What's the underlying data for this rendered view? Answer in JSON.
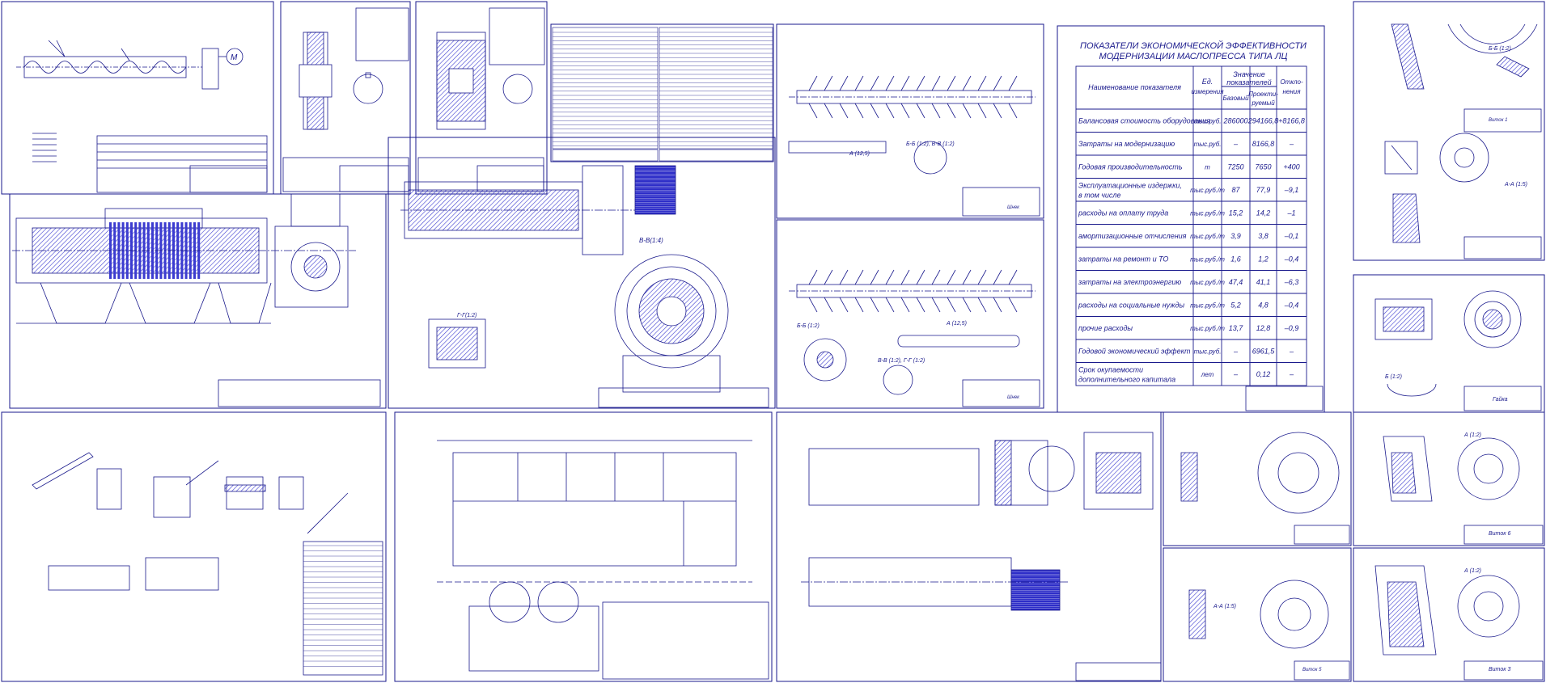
{
  "colors": {
    "ink": "#1a1a8c",
    "paper": "#ffffff",
    "hatch": "#3b3bd0"
  },
  "economic_table": {
    "title_line1": "ПОКАЗАТЕЛИ ЭКОНОМИЧЕСКОЙ ЭФФЕКТИВНОСТИ",
    "title_line2": "МОДЕРНИЗАЦИИ  МАСЛОПРЕССА ТИПА ЛЦ",
    "headers": {
      "name": "Наименование показателя",
      "unit_line1": "Ед.",
      "unit_line2": "измерения",
      "values_group_line1": "Значение",
      "values_group_line2": "показателей",
      "base": "Базовый",
      "project_line1": "Проекти-",
      "project_line2": "руемый",
      "deviation_line1": "Откло-",
      "deviation_line2": "нения"
    },
    "rows": [
      {
        "name": "Балансовая стоимость оборудования",
        "name2": "",
        "unit": "тыс.руб.",
        "base": "286000",
        "project": "294166,8",
        "dev": "+8166,8"
      },
      {
        "name": "Затраты на модернизацию",
        "name2": "",
        "unit": "тыс.руб.",
        "base": "–",
        "project": "8166,8",
        "dev": "–"
      },
      {
        "name": "Годовая производительность",
        "name2": "",
        "unit": "т",
        "base": "7250",
        "project": "7650",
        "dev": "+400"
      },
      {
        "name": "Эксплуатационные издержки,",
        "name2": "в том числе",
        "unit": "тыс.руб./т",
        "base": "87",
        "project": "77,9",
        "dev": "–9,1"
      },
      {
        "name": "расходы на оплату труда",
        "name2": "",
        "unit": "тыс.руб./т",
        "base": "15,2",
        "project": "14,2",
        "dev": "–1"
      },
      {
        "name": "амортизационные отчисления",
        "name2": "",
        "unit": "тыс.руб./т",
        "base": "3,9",
        "project": "3,8",
        "dev": "–0,1"
      },
      {
        "name": "затраты на ремонт и ТО",
        "name2": "",
        "unit": "тыс.руб./т",
        "base": "1,6",
        "project": "1,2",
        "dev": "–0,4"
      },
      {
        "name": "затраты на электроэнергию",
        "name2": "",
        "unit": "тыс.руб./т",
        "base": "47,4",
        "project": "41,1",
        "dev": "–6,3"
      },
      {
        "name": "расходы на социальные нужды",
        "name2": "",
        "unit": "тыс.руб./т",
        "base": "5,2",
        "project": "4,8",
        "dev": "–0,4"
      },
      {
        "name": "прочие расходы",
        "name2": "",
        "unit": "тыс.руб./т",
        "base": "13,7",
        "project": "12,8",
        "dev": "–0,9"
      },
      {
        "name": "Годовой экономический эффект",
        "name2": "",
        "unit": "тыс.руб.",
        "base": "–",
        "project": "6961,5",
        "dev": "–"
      },
      {
        "name": "Срок окупаемости",
        "name2": "дополнительного капитала",
        "unit": "лет",
        "base": "–",
        "project": "0,12",
        "dev": "–"
      }
    ]
  },
  "section_labels": {
    "a12_5": "А (12,5)",
    "b_b": "Б-Б (1:2)",
    "v_v": "В-В (1:2)",
    "v_v_14": "В-В(1:4)",
    "g_g": "Г-Г(1:2)",
    "aa_15": "А-А (1:5)",
    "a_a_15": "А-А (1:5)",
    "b_b_12": "Б-Б (1:2)",
    "a_12": "А (1:2)",
    "b_12": "Б (1:2)",
    "bb_vv": "Б-Б (1:2), В-В (1:2)",
    "vv_gg": "В-В (1:2), Г-Г (1:2)"
  },
  "part_titles": {
    "shaft1": "Шнек",
    "shaft2": "Шнек",
    "nut": "Гайка",
    "coil1": "Виток 1",
    "coil2": "Виток 6",
    "coil3": "Виток 3",
    "coil5": "Виток 5"
  }
}
